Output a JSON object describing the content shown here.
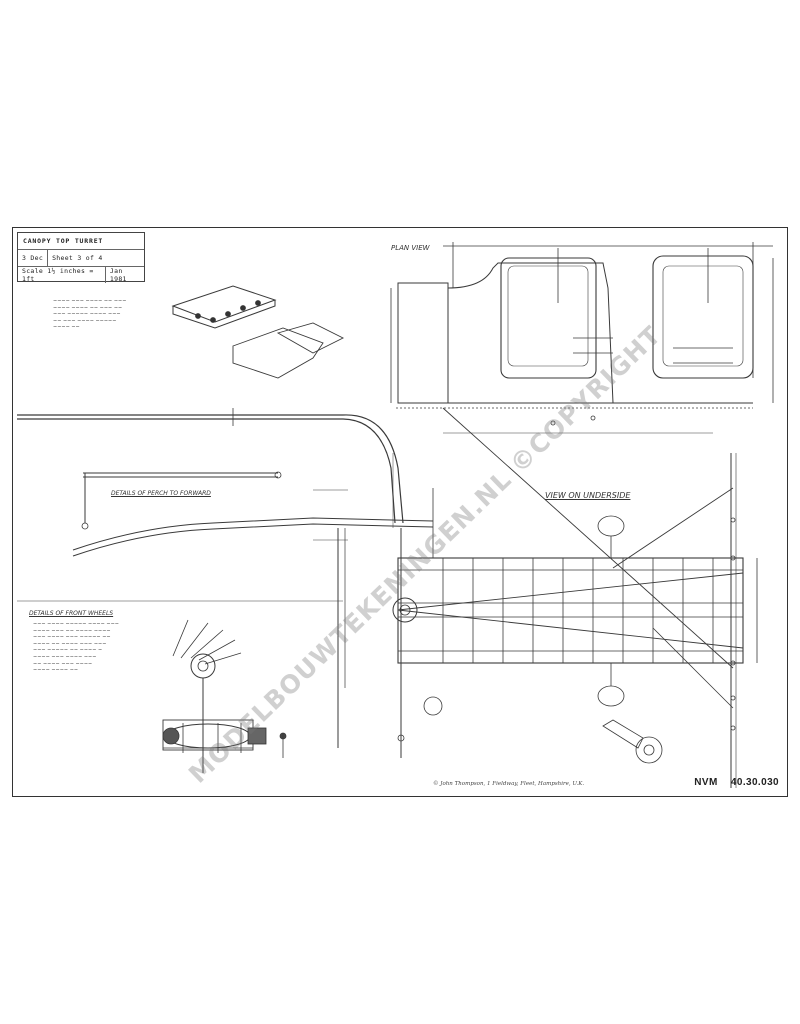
{
  "title_block": {
    "title": "CANOPY TOP TURRET",
    "row2_left": "3 Dec",
    "row2_right": "Sheet 3 of 4",
    "row3_left": "Scale 1½ inches = 1ft",
    "row3_right": "Jan 1981"
  },
  "views": {
    "plan_view": "PLAN VIEW",
    "view_underside": "VIEW ON UNDERSIDE",
    "details_a": "DETAILS OF PERCH TO FORWARD",
    "details_b": "DETAILS OF FRONT WHEELS"
  },
  "footer": {
    "credit": "© John Thompson, 1 Fieldway, Fleet, Hampshire, U.K.",
    "code_left": "NVM",
    "code_right": "40.30.030"
  },
  "watermark": "MODELBOUWTEKENINGEN.NL ©COPYRIGHT",
  "colors": {
    "ink": "#333333",
    "paper": "#ffffff",
    "watermark": "#8c8c8c"
  }
}
